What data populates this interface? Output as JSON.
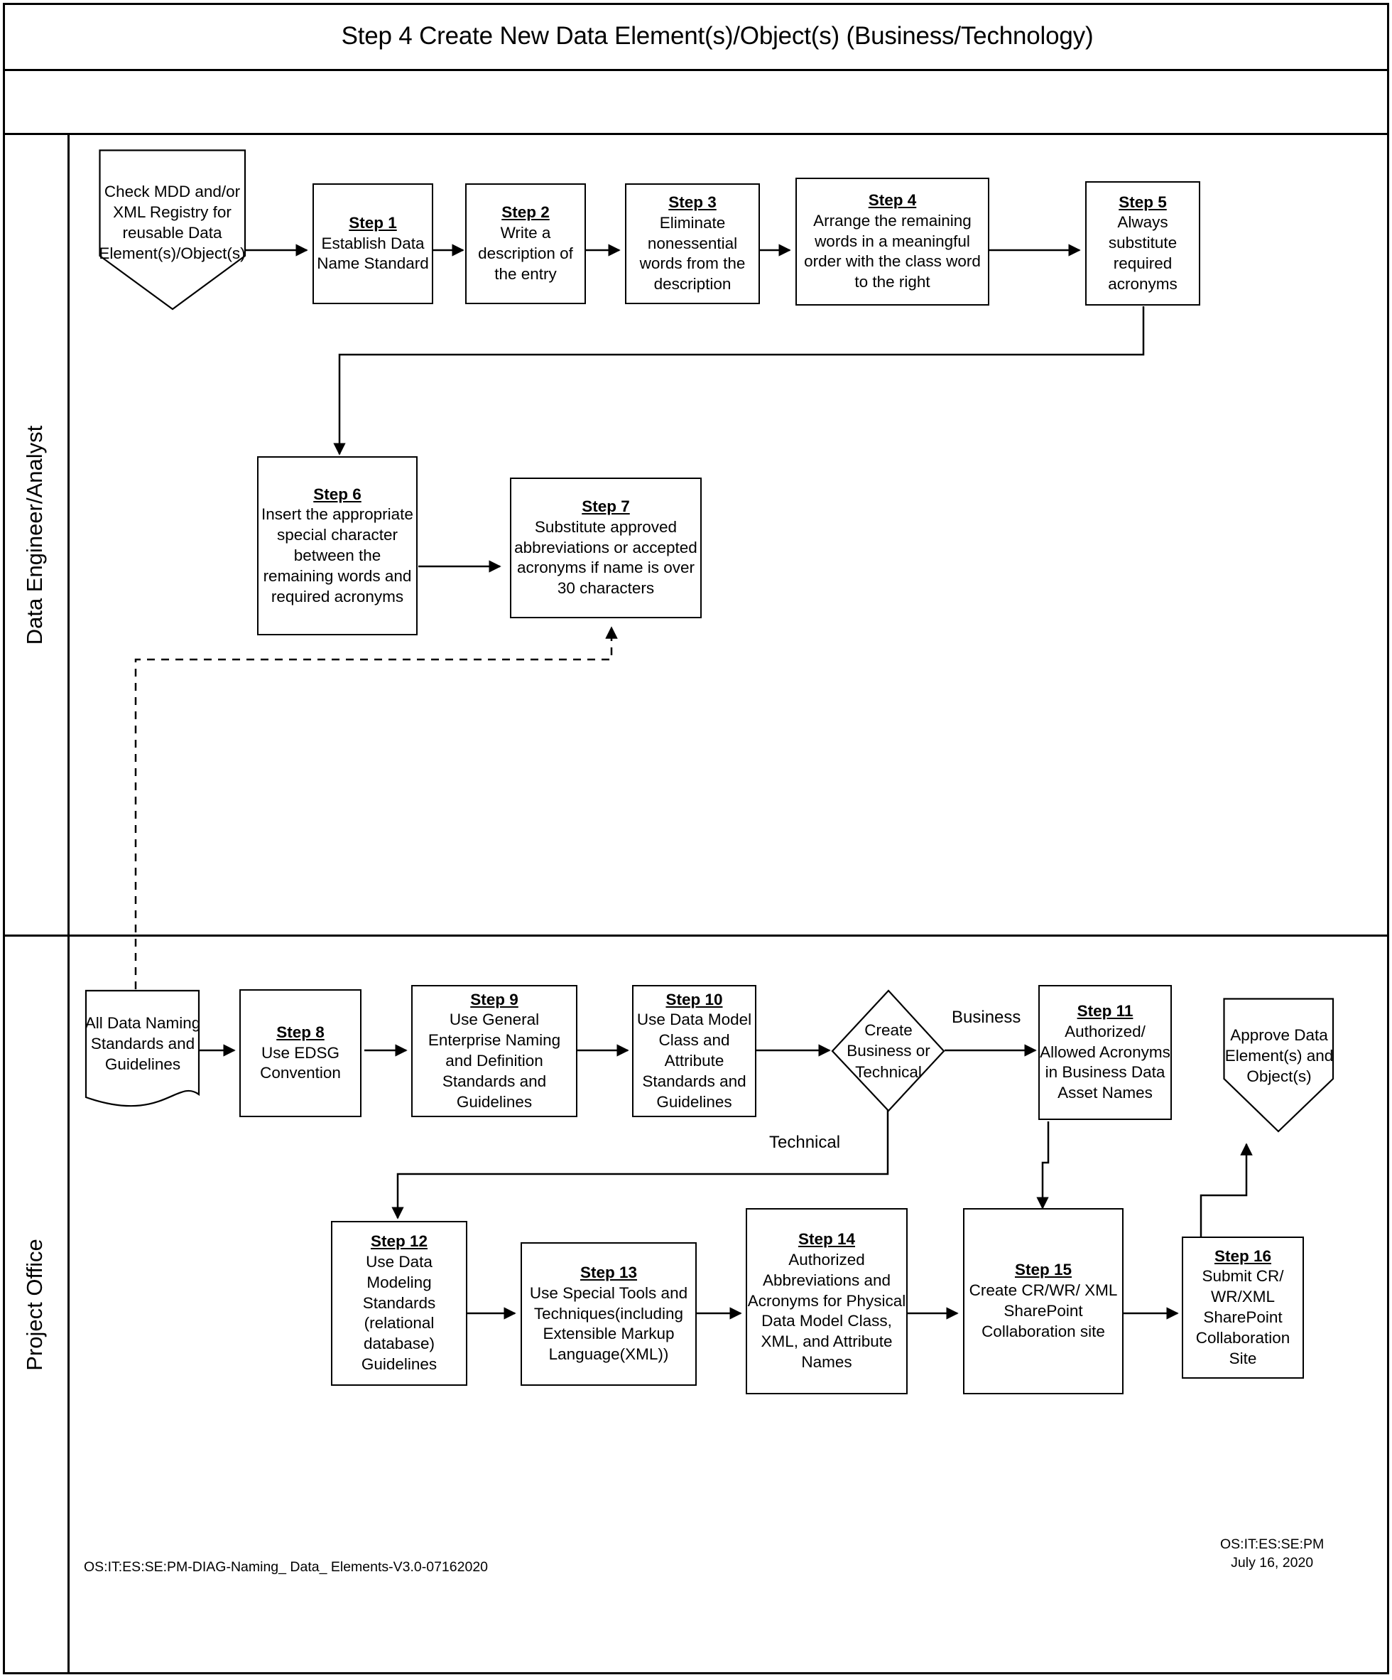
{
  "header": {
    "title": "Step 4 Create New Data Element(s)/Object(s) (Business/Technology)"
  },
  "lanes": [
    {
      "label": "Data Engineer/Analyst"
    },
    {
      "label": "Project Office"
    }
  ],
  "nodes": {
    "start": {
      "shape": "pentagon",
      "text": "Check MDD and/or XML Registry for reusable Data Element(s)/Object(s)"
    },
    "step1": {
      "shape": "process",
      "step": "Step 1",
      "text": "Establish Data Name Standard"
    },
    "step2": {
      "shape": "process",
      "step": "Step 2",
      "text": "Write a description of the entry"
    },
    "step3": {
      "shape": "process",
      "step": "Step 3",
      "text": "Eliminate nonessential words from the description"
    },
    "step4": {
      "shape": "process",
      "step": "Step 4",
      "text": "Arrange the remaining words in a meaningful order with the class word to the right"
    },
    "step5": {
      "shape": "process",
      "step": "Step 5",
      "text": "Always substitute required acronyms"
    },
    "step6": {
      "shape": "process",
      "step": "Step 6",
      "text": "Insert the appropriate special character between the remaining words and required acronyms"
    },
    "step7": {
      "shape": "process",
      "step": "Step 7",
      "text": "Substitute approved abbreviations or accepted acronyms if name is over 30 characters"
    },
    "alldata": {
      "shape": "document",
      "text": "All Data Naming Standards and Guidelines"
    },
    "step8": {
      "shape": "process",
      "step": "Step 8",
      "text": "Use EDSG Convention"
    },
    "step9": {
      "shape": "process",
      "step": "Step 9",
      "text": "Use General Enterprise Naming and Definition Standards and Guidelines"
    },
    "step10": {
      "shape": "process",
      "step": "Step 10",
      "text": "Use Data Model Class and Attribute Standards and Guidelines"
    },
    "decision": {
      "shape": "decision",
      "text": "Create Business or Technical"
    },
    "step11": {
      "shape": "process",
      "step": "Step 11",
      "text": "Authorized/ Allowed Acronyms in Business Data Asset Names"
    },
    "approve": {
      "shape": "pentagon",
      "text": "Approve Data Element(s) and Object(s)"
    },
    "step12": {
      "shape": "process",
      "step": "Step 12",
      "text": "Use Data Modeling Standards (relational database) Guidelines"
    },
    "step13": {
      "shape": "process",
      "step": "Step 13",
      "text": "Use Special Tools and Techniques(including Extensible Markup Language(XML))"
    },
    "step14": {
      "shape": "process",
      "step": "Step 14",
      "text": "Authorized Abbreviations and Acronyms for Physical Data Model Class, XML, and Attribute Names"
    },
    "step15": {
      "shape": "process",
      "step": "Step 15",
      "text": "Create CR/WR/ XML SharePoint Collaboration site"
    },
    "step16": {
      "shape": "process",
      "step": "Step 16",
      "text": "Submit CR/ WR/XML SharePoint Collaboration Site"
    }
  },
  "edge_labels": {
    "business": "Business",
    "technical": "Technical"
  },
  "footer": {
    "left": "OS:IT:ES:SE:PM-DIAG-Naming_ Data_ Elements-V3.0-07162020",
    "right": "OS:IT:ES:SE:PM\nJuly 16, 2020"
  },
  "colors": {
    "stroke": "#000000",
    "background": "#ffffff"
  }
}
